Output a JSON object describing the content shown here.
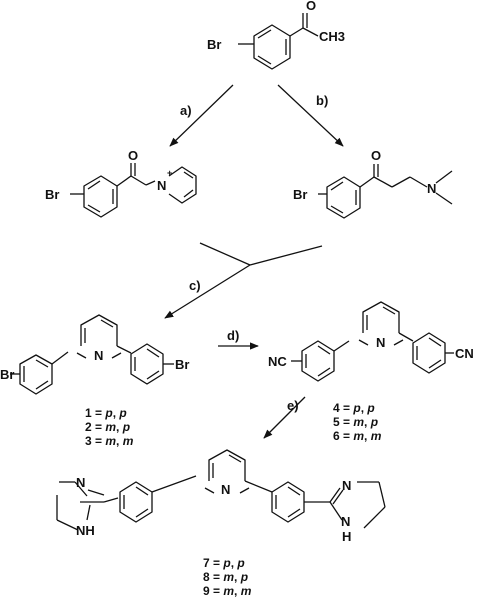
{
  "atoms": {
    "br": "Br",
    "o": "O",
    "n": "N",
    "nh": "NH",
    "h": "H",
    "ch3": "CH3",
    "plus": "+",
    "nc": "NC",
    "cn": "CN"
  },
  "steps": {
    "a": "a)",
    "b": "b)",
    "c": "c)",
    "d": "d)",
    "e": "e)"
  },
  "compound_labels": [
    {
      "num": "1",
      "eq": " = ",
      "first": "p",
      "sep": ", ",
      "second": "p"
    },
    {
      "num": "2",
      "eq": " = ",
      "first": "m",
      "sep": ", ",
      "second": "p"
    },
    {
      "num": "3",
      "eq": " = ",
      "first": "m",
      "sep": ", ",
      "second": "m"
    },
    {
      "num": "4",
      "eq": " = ",
      "first": "p",
      "sep": ", ",
      "second": "p"
    },
    {
      "num": "5",
      "eq": " = ",
      "first": "m",
      "sep": ", ",
      "second": "p"
    },
    {
      "num": "6",
      "eq": " = ",
      "first": "m",
      "sep": ", ",
      "second": "m"
    },
    {
      "num": "7",
      "eq": " = ",
      "first": "p",
      "sep": ", ",
      "second": "p"
    },
    {
      "num": "8",
      "eq": " = ",
      "first": "m",
      "sep": ", ",
      "second": "p"
    },
    {
      "num": "9",
      "eq": " = ",
      "first": "m",
      "sep": ", ",
      "second": "m"
    }
  ]
}
